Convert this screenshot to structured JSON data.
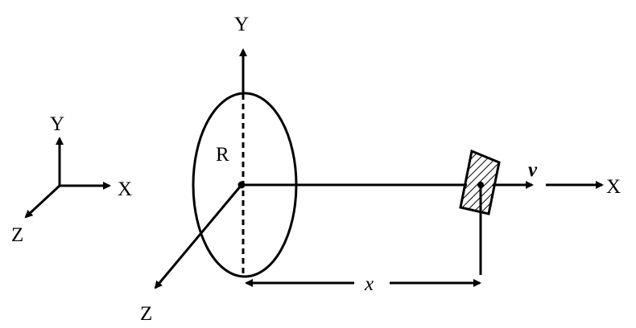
{
  "reference_axes": {
    "x_label": "X",
    "y_label": "Y",
    "z_label": "Z"
  },
  "main_axes": {
    "x_label": "X",
    "y_label": "Y",
    "z_label": "Z"
  },
  "ring": {
    "radius_label": "R"
  },
  "block": {
    "velocity_label": "v"
  },
  "distance": {
    "label": "x"
  },
  "colors": {
    "ink": "#000000",
    "background": "#ffffff"
  }
}
